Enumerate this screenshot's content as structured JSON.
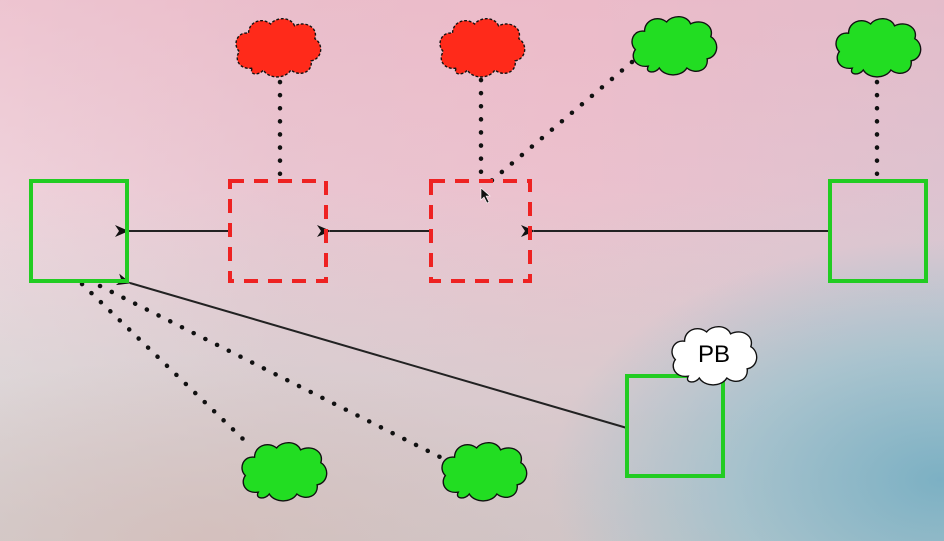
{
  "diagram": {
    "annotation_label": "PB",
    "colors": {
      "node_good": "#22cc22",
      "node_bad": "#ee2222",
      "cloud_good": "#22dd22",
      "cloud_bad": "#ff2a1a",
      "edge": "#222222"
    },
    "nodes": [
      {
        "id": "n-left",
        "state": "good"
      },
      {
        "id": "n-mid-1",
        "state": "bad"
      },
      {
        "id": "n-mid-2",
        "state": "bad"
      },
      {
        "id": "n-right",
        "state": "good"
      },
      {
        "id": "n-pb",
        "state": "good"
      }
    ],
    "clouds": [
      {
        "id": "cloud-top-1",
        "state": "bad"
      },
      {
        "id": "cloud-top-2",
        "state": "bad"
      },
      {
        "id": "cloud-top-3",
        "state": "good"
      },
      {
        "id": "cloud-top-4",
        "state": "good"
      },
      {
        "id": "cloud-bottom-1",
        "state": "good"
      },
      {
        "id": "cloud-bottom-2",
        "state": "good"
      }
    ]
  }
}
